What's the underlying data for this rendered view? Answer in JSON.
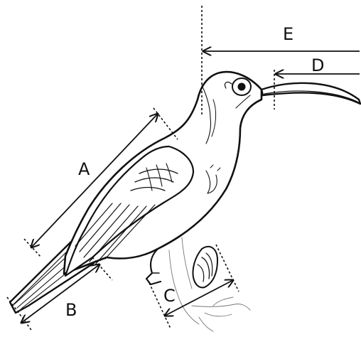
{
  "labels": {
    "a": "A",
    "b": "B",
    "c": "C",
    "d": "D",
    "e": "E"
  },
  "colors": {
    "ink": "#111111",
    "background": "#ffffff"
  }
}
